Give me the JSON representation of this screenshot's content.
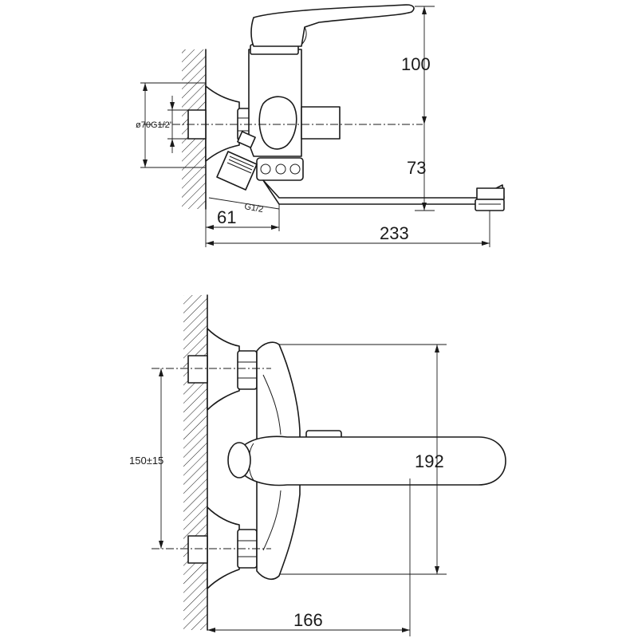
{
  "side_view": {
    "dim_height": "100",
    "dim_spout_height": "73",
    "dim_thread_label": "ø70G1/2\"",
    "dim_eccentric_thread": "G1/2",
    "dim_wall_to_body": "61",
    "dim_total_length": "233"
  },
  "top_view": {
    "dim_center_distance": "150±15",
    "dim_spout_reach": "192",
    "dim_body_depth": "166"
  }
}
